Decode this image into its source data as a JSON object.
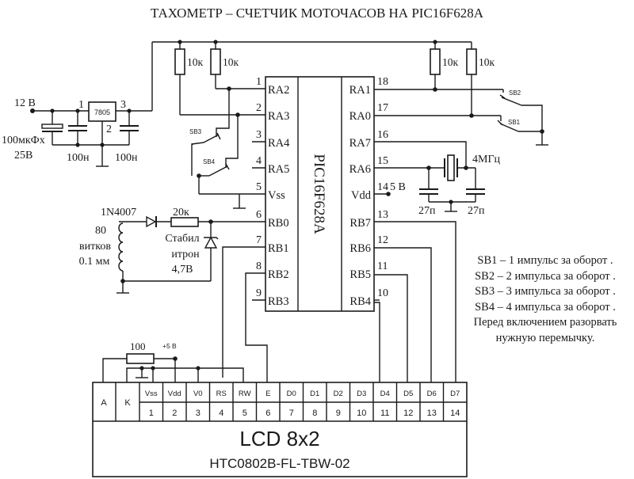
{
  "title": "ТАХОМЕТР – СЧЕТЧИК МОТОЧАСОВ НА PIC16F628A",
  "power_supply": {
    "input_label": "12 В",
    "regulator": "7805",
    "reg_pin_in": "1",
    "reg_pin_gnd": "2",
    "reg_pin_out": "3",
    "cap_electrolytic_line1": "100мкФх",
    "cap_electrolytic_line2": "25В",
    "cap_in": "100н",
    "cap_out": "100н"
  },
  "pullups": {
    "r1": "10к",
    "r2": "10к",
    "r3": "10к",
    "r4": "10к"
  },
  "switches": {
    "sb1": "SB1",
    "sb2": "SB2",
    "sb3": "SB3",
    "sb4": "SB4"
  },
  "mcu": {
    "name": "PIC16F628A",
    "left_pins": [
      {
        "num": "1",
        "name": "RA2"
      },
      {
        "num": "2",
        "name": "RA3"
      },
      {
        "num": "3",
        "name": "RA4"
      },
      {
        "num": "4",
        "name": "RA5"
      },
      {
        "num": "5",
        "name": "Vss"
      },
      {
        "num": "6",
        "name": "RB0"
      },
      {
        "num": "7",
        "name": "RB1"
      },
      {
        "num": "8",
        "name": "RB2"
      },
      {
        "num": "9",
        "name": "RB3"
      }
    ],
    "right_pins": [
      {
        "num": "18",
        "name": "RA1"
      },
      {
        "num": "17",
        "name": "RA0"
      },
      {
        "num": "16",
        "name": "RA7"
      },
      {
        "num": "15",
        "name": "RA6"
      },
      {
        "num": "14",
        "name": "Vdd"
      },
      {
        "num": "13",
        "name": "RB7"
      },
      {
        "num": "12",
        "name": "RB6"
      },
      {
        "num": "11",
        "name": "RB5"
      },
      {
        "num": "10",
        "name": "RB4"
      }
    ],
    "vdd_label": "5 В"
  },
  "oscillator": {
    "crystal": "4МГц",
    "cap1": "27п",
    "cap2": "27п"
  },
  "sensor": {
    "coil_line1": "80",
    "coil_line2": "витков",
    "coil_line3": "0.1 мм",
    "diode": "1N4007",
    "resistor": "20к",
    "zener_line1": "Стабил",
    "zener_line2": "итрон",
    "zener_line3": "4,7В"
  },
  "lcd": {
    "backlight_resistor": "100",
    "supply_label": "+5 В",
    "pin_a": "A",
    "pin_k": "K",
    "pins": [
      {
        "name": "Vss",
        "num": "1"
      },
      {
        "name": "Vdd",
        "num": "2"
      },
      {
        "name": "V0",
        "num": "3"
      },
      {
        "name": "RS",
        "num": "4"
      },
      {
        "name": "RW",
        "num": "5"
      },
      {
        "name": "E",
        "num": "6"
      },
      {
        "name": "D0",
        "num": "7"
      },
      {
        "name": "D1",
        "num": "8"
      },
      {
        "name": "D2",
        "num": "9"
      },
      {
        "name": "D3",
        "num": "10"
      },
      {
        "name": "D4",
        "num": "11"
      },
      {
        "name": "D5",
        "num": "12"
      },
      {
        "name": "D6",
        "num": "13"
      },
      {
        "name": "D7",
        "num": "14"
      }
    ],
    "name": "LCD 8x2",
    "model": "HTC0802B-FL-TBW-02"
  },
  "notes": [
    "SB1 – 1 импульс за оборот .",
    "SB2 – 2 импульса за оборот .",
    "SB3 – 3 импульса за оборот .",
    "SB4 – 4 импульса за оборот .",
    "Перед включением разорвать",
    "нужную перемычку."
  ]
}
